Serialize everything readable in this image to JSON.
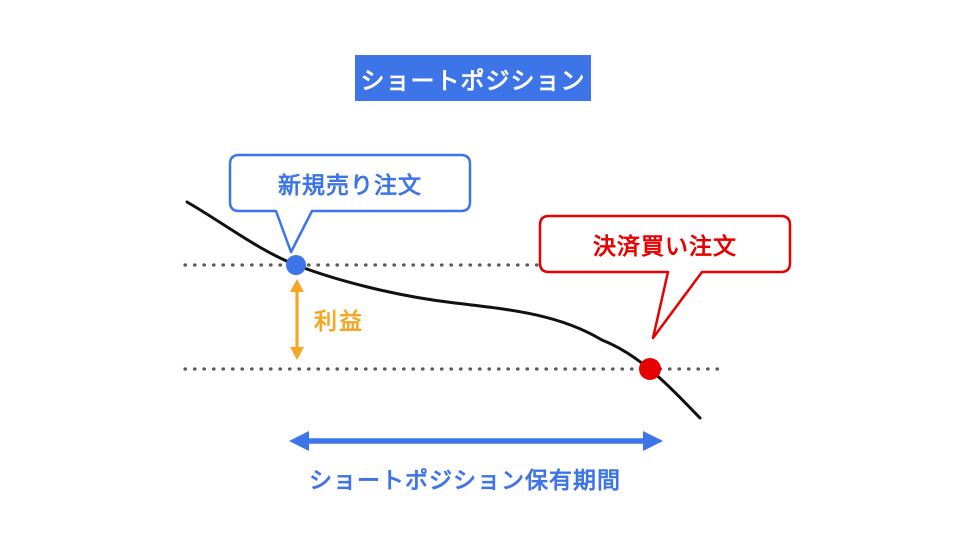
{
  "title": "ショートポジション",
  "annotations": {
    "entry_label": "新規売り注文",
    "exit_label": "決済買い注文",
    "profit_label": "利益",
    "period_label": "ショートポジション保有期間"
  },
  "colors": {
    "blue": "#3D74E8",
    "red": "#E80000",
    "orange": "#F5A623",
    "curve": "#111111",
    "dotted_line": "#5A5A5A",
    "background": "#FFFFFF"
  }
}
